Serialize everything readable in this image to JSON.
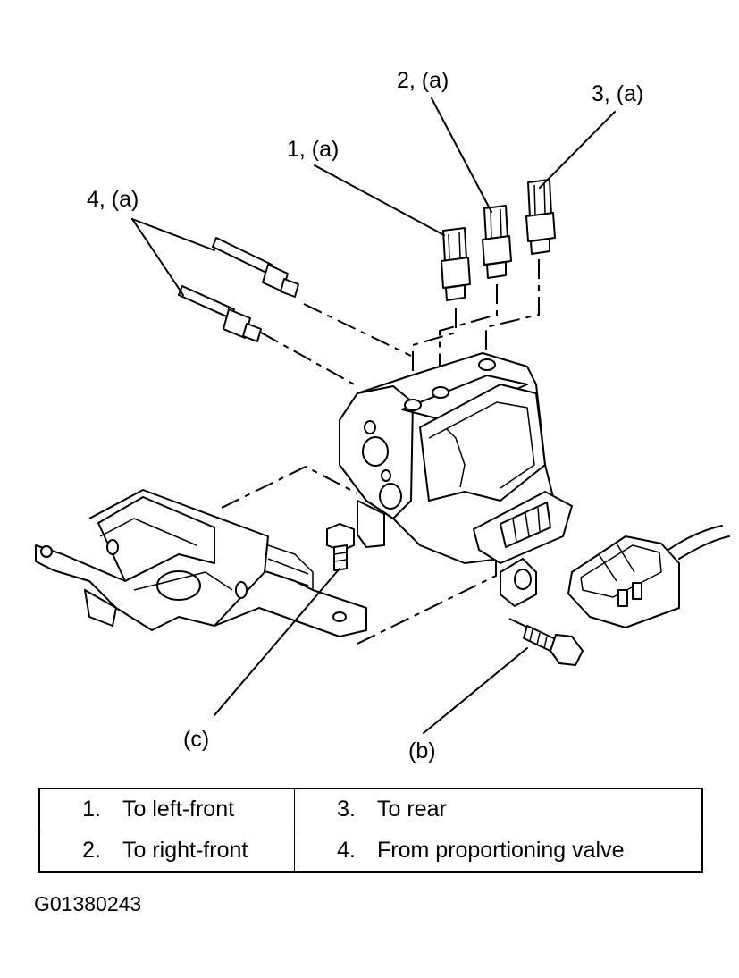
{
  "callouts": {
    "c1": "1, (a)",
    "c2": "2, (a)",
    "c3": "3, (a)",
    "c4": "4, (a)",
    "cb": "(b)",
    "cc": "(c)"
  },
  "legend": {
    "rows": [
      {
        "left": {
          "num": "1.",
          "text": "To left-front"
        },
        "right": {
          "num": "3.",
          "text": "To rear"
        }
      },
      {
        "left": {
          "num": "2.",
          "text": "To right-front"
        },
        "right": {
          "num": "4.",
          "text": "From proportioning valve"
        }
      }
    ]
  },
  "figure_id": "G01380243"
}
